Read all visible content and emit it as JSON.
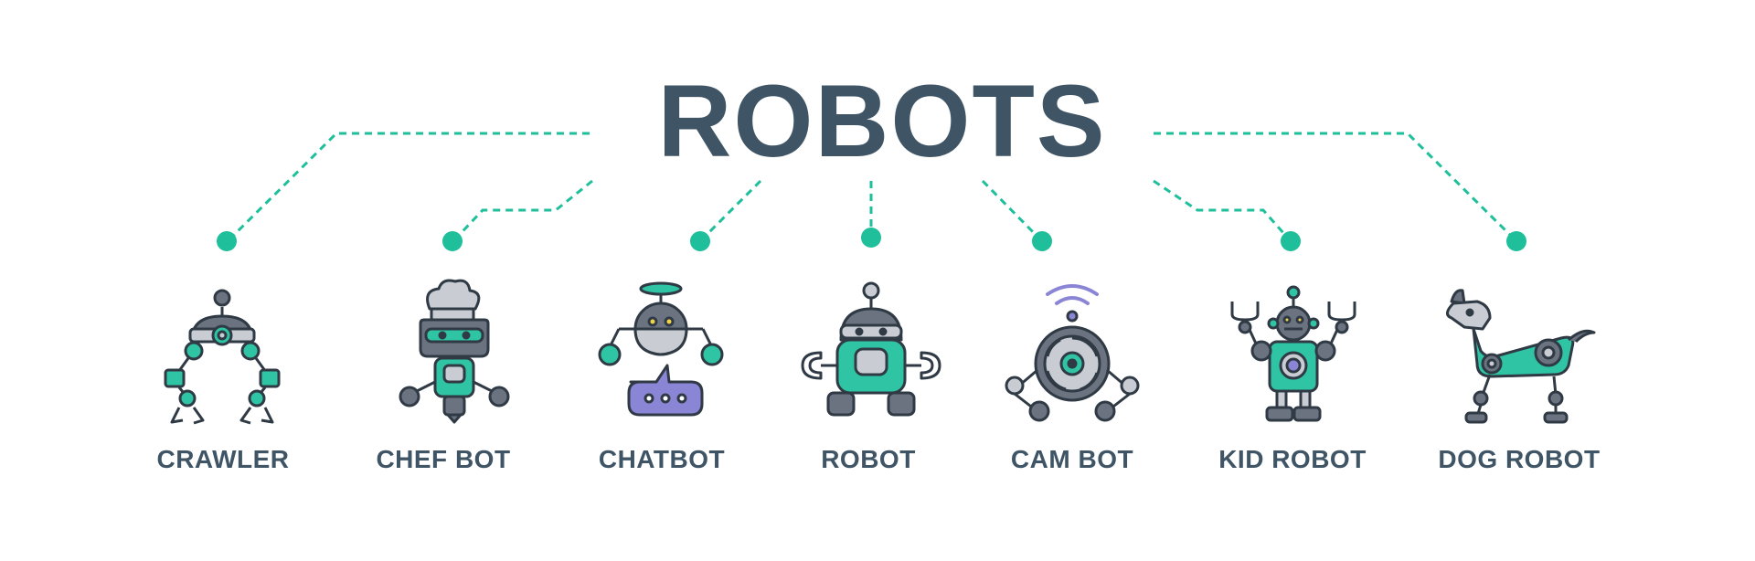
{
  "title": "ROBOTS",
  "colors": {
    "text": "#3f5566",
    "accent": "#1fbf9b",
    "teal_fill": "#2fc4a3",
    "gray_fill": "#6b7280",
    "light_gray": "#c9cdd3",
    "purple": "#8b85d6",
    "outline": "#2f3a45",
    "yellow": "#f2d44a"
  },
  "items": [
    {
      "label": "CRAWLER",
      "icon": "crawler-robot-icon"
    },
    {
      "label": "CHEF BOT",
      "icon": "chef-robot-icon"
    },
    {
      "label": "CHATBOT",
      "icon": "chatbot-icon"
    },
    {
      "label": "ROBOT",
      "icon": "robot-icon"
    },
    {
      "label": "CAM BOT",
      "icon": "camera-robot-icon"
    },
    {
      "label": "KID ROBOT",
      "icon": "kid-robot-icon"
    },
    {
      "label": "DOG ROBOT",
      "icon": "dog-robot-icon"
    }
  ]
}
